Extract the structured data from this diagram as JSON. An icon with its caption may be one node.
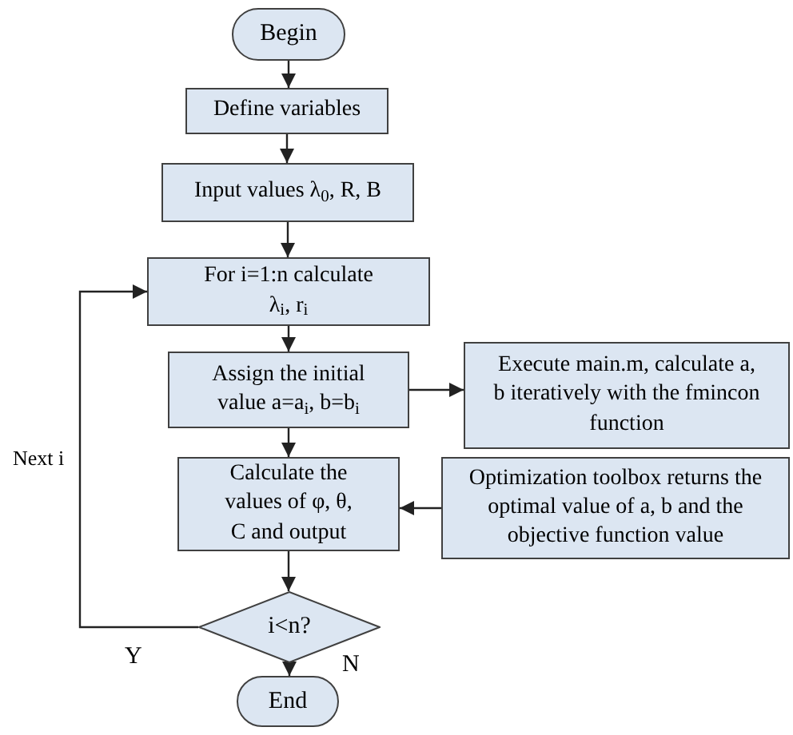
{
  "diagram": {
    "nodes": [
      {
        "text": [
          "Begin"
        ]
      },
      {
        "text": [
          "Define variables"
        ]
      },
      {
        "text": [
          "Input values λ$_{0}$, R, B"
        ]
      },
      {
        "text": [
          "For i=1:n calculate λ$_{i}$, r$_{i}$"
        ]
      },
      {
        "text": [
          "Assign the initial value a=a$_{i}$, b=b$_{i}$"
        ]
      },
      {
        "text": [
          "Execute main.m, calculate a, b iteratively with the fmincon function"
        ]
      },
      {
        "text": [
          "Calculate the values of φ, θ, C and output"
        ]
      },
      {
        "text": [
          "Optimization toolbox returns the optimal value of a, b and the objective function value"
        ]
      },
      {
        "text": [
          "i<n?"
        ]
      },
      {
        "text": [
          "End"
        ]
      }
    ],
    "edges": [
      {
        "from": 0,
        "to": 1,
        "arrow": "to"
      },
      {
        "from": 1,
        "to": 2,
        "arrow": "to"
      },
      {
        "from": 2,
        "to": 3,
        "arrow": "to"
      },
      {
        "from": 3,
        "to": 4,
        "arrow": "to"
      },
      {
        "from": 4,
        "to": 5,
        "arrow": "to"
      },
      {
        "from": 4,
        "to": 6,
        "arrow": "to"
      },
      {
        "from": 7,
        "to": 6,
        "arrow": "to"
      },
      {
        "from": 6,
        "to": 8,
        "arrow": "to"
      },
      {
        "from": 8,
        "to": 9,
        "arrow": "to",
        "label": "N"
      },
      {
        "from": 8,
        "to": 3,
        "arrow": "to",
        "label": "Next i"
      }
    ],
    "labels": [
      "Y"
    ]
  }
}
